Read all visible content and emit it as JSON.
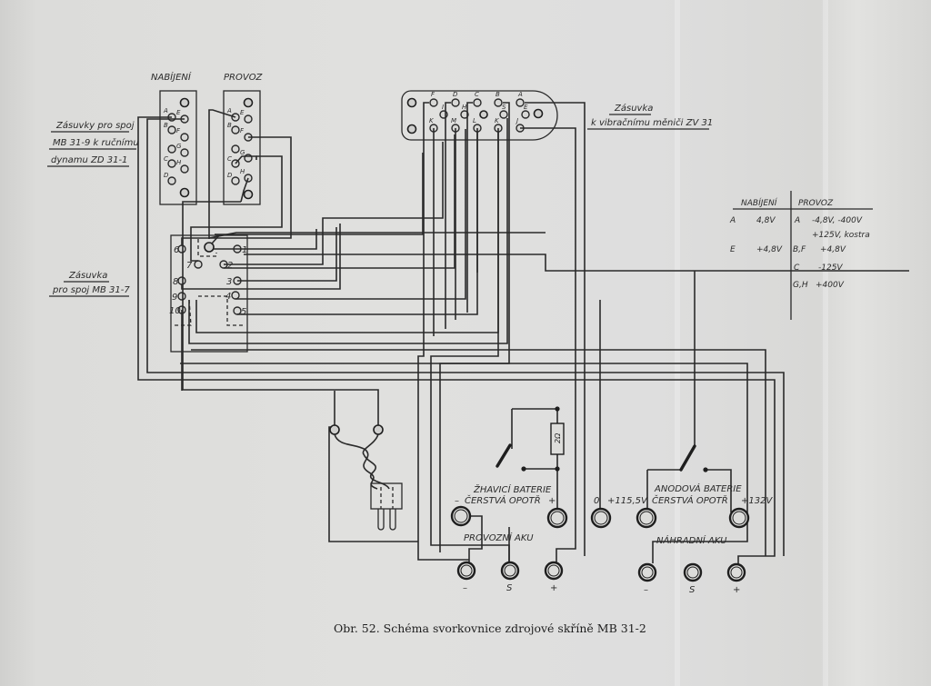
{
  "figure": {
    "caption": "Obr. 52. Schéma svorkovnice zdrojové skříně MB 31-2"
  },
  "labels": {
    "nabijeni": "NABÍJENÍ",
    "provoz": "PROVOZ",
    "zasuvky_line1": "Zásuvky pro spoj",
    "zasuvky_line2": "MB 31-9 k ručnímu",
    "zasuvky_line3": "dynamu ZD 31-1",
    "zasuvka_mb_line1": "Zásuvka",
    "zasuvka_mb_line2": "pro spoj MB 31-7",
    "zasuvka_zv_line1": "Zásuvka",
    "zasuvka_zv_line2": "k vibračnímu měniči ZV 31",
    "zhavici_line1": "ŽHAVICÍ BATERIE",
    "zhavici_line2": "ČERSTVÁ  OPOTŘ",
    "zhavici_minus": "–",
    "zhavici_plus": "+",
    "resistor": "2Ω",
    "anodova_line1": "ANODOVÁ BATERIE",
    "anodova_line2": "ČERSTVÁ  OPOTŘ",
    "anodova_0": "0",
    "anodova_115": "+115,5V",
    "anodova_132": "+132V",
    "provozni_aku": "PROVOZNÍ   AKU",
    "nahradni_aku": "NÁHRADNÍ AKU",
    "term_minus": "–",
    "term_s": "S",
    "term_plus": "+"
  },
  "mb31_7_pins": [
    "1",
    "2",
    "3",
    "4",
    "5",
    "6",
    "7",
    "8",
    "9",
    "10"
  ],
  "zv31_pins": [
    "F",
    "D",
    "C",
    "B",
    "A",
    "I",
    "H",
    "S",
    "E",
    "K",
    "M",
    "L",
    "K",
    "J"
  ],
  "nabijeni_pins": [
    "A",
    "B",
    "C",
    "D",
    "E",
    "F",
    "G",
    "H"
  ],
  "provoz_pins": [
    "A",
    "B",
    "C",
    "D",
    "E",
    "F",
    "G",
    "H"
  ],
  "voltage_table": {
    "headers": [
      "NABÍJENÍ",
      "PROVOZ"
    ],
    "rows": [
      {
        "nab_pin": "A",
        "nab_val": "4,8V",
        "prov_pin": "A",
        "prov_val": "-4,8V, -400V"
      },
      {
        "nab_pin": "",
        "nab_val": "",
        "prov_pin": "",
        "prov_val": "+125V,  kostra"
      },
      {
        "nab_pin": "E",
        "nab_val": "+4,8V",
        "prov_pin": "B,F",
        "prov_val": "+4,8V"
      },
      {
        "nab_pin": "",
        "nab_val": "",
        "prov_pin": "C",
        "prov_val": "-125V"
      },
      {
        "nab_pin": "",
        "nab_val": "",
        "prov_pin": "G,H",
        "prov_val": "+400V"
      }
    ]
  }
}
